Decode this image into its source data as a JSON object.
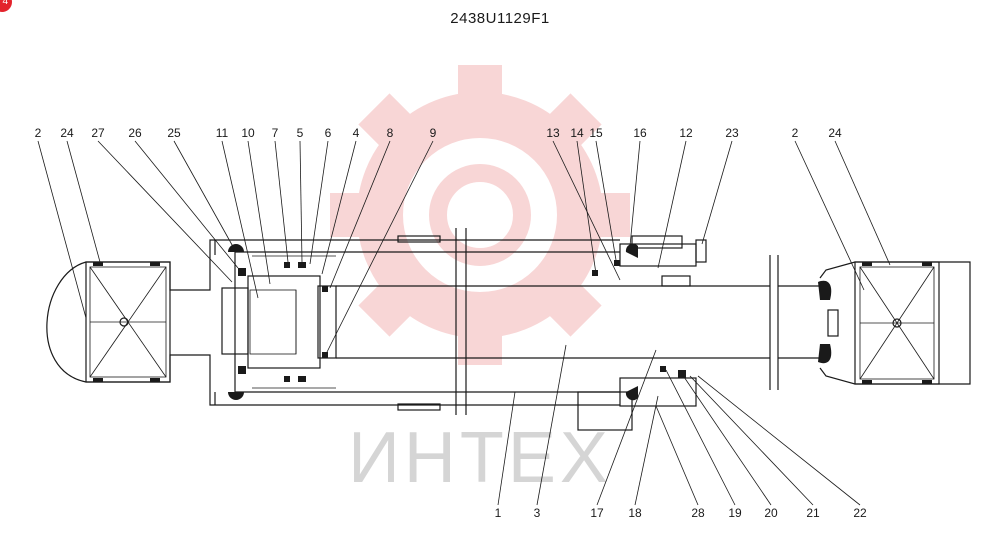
{
  "drawing": {
    "title": "2438U1129F1",
    "badge": "4",
    "watermark_text": "ИНТЕХ",
    "watermark_color": "#f6c9c9",
    "line_color": "#1a1a1a",
    "accent_color": "#e3232c"
  },
  "labels": {
    "top_left": [
      "2",
      "24",
      "27",
      "26",
      "25",
      "11",
      "10",
      "7",
      "5",
      "6",
      "4",
      "8",
      "9"
    ],
    "top_center": [
      "14",
      "13",
      "15",
      "16",
      "12",
      "23"
    ],
    "top_right": [
      "2",
      "24"
    ],
    "bottom": [
      "1",
      "3",
      "17",
      "18",
      "28",
      "19",
      "20",
      "21",
      "22"
    ]
  }
}
